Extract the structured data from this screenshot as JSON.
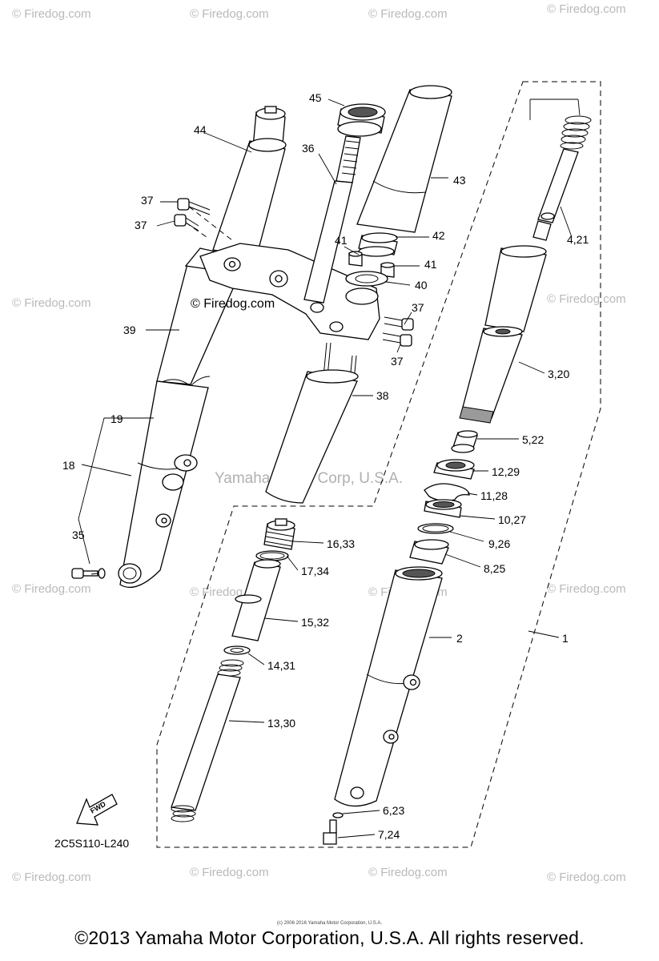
{
  "watermarks": {
    "tile_text": "© Firedog.com",
    "center_mark": "© Firedog.com",
    "center_brand": "Yamaha Motor Corp, U.S.A."
  },
  "diagram_code": "2C5S110-L240",
  "fwd_label": "FWD",
  "callouts": {
    "p1": "1",
    "p2": "2",
    "p3_20": "3,20",
    "p4_21": "4,21",
    "p5_22": "5,22",
    "p6_23": "6,23",
    "p7_24": "7,24",
    "p8_25": "8,25",
    "p9_26": "9,26",
    "p10_27": "10,27",
    "p11_28": "11,28",
    "p12_29": "12,29",
    "p13_30": "13,30",
    "p14_31": "14,31",
    "p15_32": "15,32",
    "p16_33": "16,33",
    "p17_34": "17,34",
    "p18": "18",
    "p19": "19",
    "p35": "35",
    "p36": "36",
    "p37": "37",
    "p38": "38",
    "p39": "39",
    "p40": "40",
    "p41": "41",
    "p42": "42",
    "p43": "43",
    "p44": "44",
    "p45": "45"
  },
  "footer": {
    "copyright": "©2013 Yamaha Motor Corporation, U.S.A. All rights reserved.",
    "fine_print": "(c) 2006 2016 Yamaha Motor Corporation, U.S.A."
  },
  "colors": {
    "line": "#000000",
    "watermark": "#b9b9b9",
    "background": "#ffffff"
  }
}
